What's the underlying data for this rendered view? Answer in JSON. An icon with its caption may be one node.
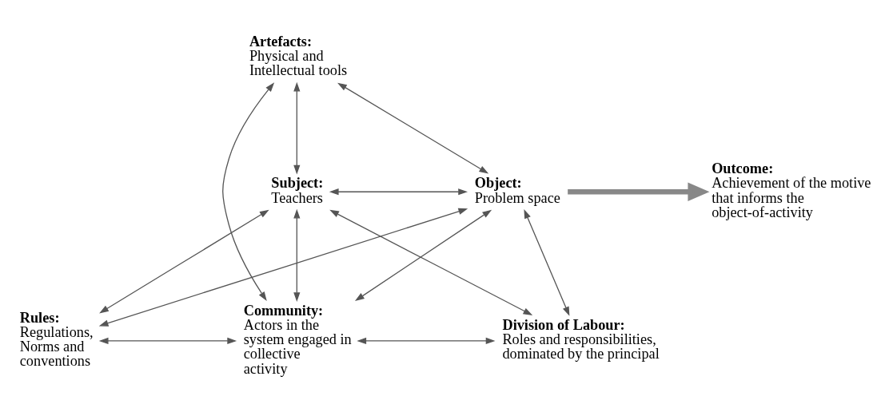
{
  "diagram": {
    "nodes": [
      {
        "text": [
          "Artefacts:",
          "Physical and Intellectual tools"
        ]
      },
      {
        "text": [
          "Subject:",
          "Teachers"
        ]
      },
      {
        "text": [
          "Object:",
          "Problem space"
        ]
      },
      {
        "text": [
          "Outcome:",
          "Achievement of the motive that informs the object-of-activity"
        ]
      },
      {
        "text": [
          "Rules:",
          "Regulations, Norms and conventions"
        ]
      },
      {
        "text": [
          "Community:",
          "Actors in the system engaged in collective activity"
        ]
      },
      {
        "text": [
          "Division of Labour:",
          "Roles and responsibilities, dominated by the principal"
        ]
      }
    ],
    "edges": [
      {
        "from": 0,
        "to": 1,
        "arrow": "both"
      },
      {
        "from": 0,
        "to": 2,
        "arrow": "both"
      },
      {
        "from": 0,
        "to": 5,
        "arrow": "both"
      },
      {
        "from": 1,
        "to": 2,
        "arrow": "both"
      },
      {
        "from": 1,
        "to": 4,
        "arrow": "both"
      },
      {
        "from": 1,
        "to": 5,
        "arrow": "both"
      },
      {
        "from": 1,
        "to": 6,
        "arrow": "both"
      },
      {
        "from": 2,
        "to": 4,
        "arrow": "both"
      },
      {
        "from": 2,
        "to": 5,
        "arrow": "both"
      },
      {
        "from": 2,
        "to": 6,
        "arrow": "both"
      },
      {
        "from": 4,
        "to": 5,
        "arrow": "both"
      },
      {
        "from": 5,
        "to": 6,
        "arrow": "both"
      },
      {
        "from": 2,
        "to": 3,
        "arrow": "to",
        "style": "thick"
      }
    ]
  }
}
